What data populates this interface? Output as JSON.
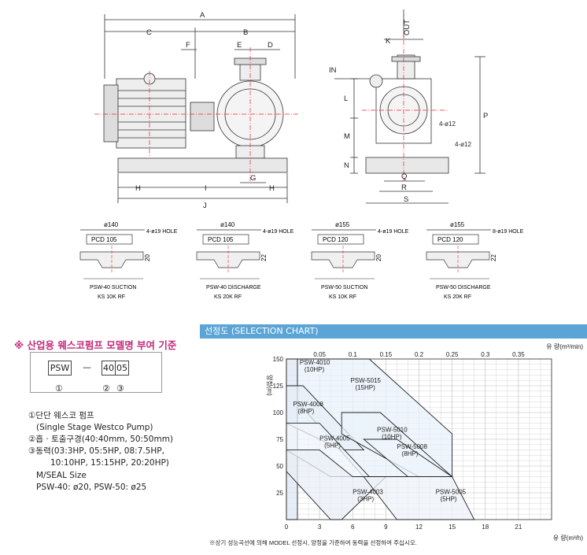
{
  "dimension_labels": {
    "A": "A",
    "B": "B",
    "C": "C",
    "D": "D",
    "F": "F",
    "E": "E",
    "G": "G",
    "H": "H",
    "I": "I",
    "J": "J",
    "K": "K",
    "L": "L",
    "M": "M",
    "N": "N",
    "P": "P",
    "Q": "Q",
    "R": "R",
    "S": "S",
    "out": "OUT",
    "in": "IN",
    "hole_side": "4-ø12",
    "hole_base": "4-ø12"
  },
  "flanges": [
    {
      "diameter": "ø140",
      "pcd": "PCD 105",
      "holes": "4-ø19 HOLE",
      "thickness": "20",
      "name": "PSW-40 SUCTION",
      "std": "KS 10K RF"
    },
    {
      "diameter": "ø140",
      "pcd": "PCD 105",
      "holes": "4-ø19 HOLE",
      "thickness": "22",
      "name": "PSW-40 DISCHARGE",
      "std": "KS 20K RF"
    },
    {
      "diameter": "ø155",
      "pcd": "PCD 120",
      "holes": "4-ø19 HOLE",
      "thickness": "20",
      "name": "PSW-50 SUCTION",
      "std": "KS 10K RF"
    },
    {
      "diameter": "ø155",
      "pcd": "PCD 120",
      "holes": "8-ø19 HOLE",
      "thickness": "22",
      "name": "PSW-50 DISCHARGE",
      "std": "KS 20K RF"
    }
  ],
  "model_naming": {
    "title": "※ 산업용 웨스코펌프 모델명 부여 기준",
    "code_prefix": "PSW",
    "dash": "—",
    "code_size": "40",
    "code_power": "05",
    "marker1": "①",
    "marker2": "②",
    "marker3": "③",
    "lines": [
      "①단단 웨스코 펌프",
      "(Single Stage Westco Pump)",
      "②흡 · 토출구경(40:40mm, 50:50mm)",
      "③동력(03:3HP, 05:5HP, 08:7.5HP,",
      "10:10HP, 15:15HP, 20:20HP)",
      "M/SEAL Size",
      "PSW-40: ø20, PSW-50: ø25"
    ]
  },
  "chart_data": {
    "type": "area",
    "title": "선정도 (SELECTION CHART)",
    "ylabel": "양정(m)",
    "xlabel_bottom": "유 량(m³/h)",
    "xlabel_top": "유 량(m³/min)",
    "ylim": [
      0,
      150
    ],
    "xlim": [
      0,
      24
    ],
    "y_ticks": [
      25,
      50,
      75,
      100,
      125,
      150
    ],
    "x_ticks_bottom": [
      0,
      3,
      6,
      9,
      12,
      15,
      18,
      21
    ],
    "x_ticks_top": [
      "0.05",
      "0.1",
      "0.15",
      "0.2",
      "0.25",
      "0.3",
      "0.35"
    ],
    "grid": true,
    "note": "※상기 성능곡선에 의해 MODEL 선정시, 양정을 기준하여 동력을 선정하여 주십시오.",
    "regions": [
      {
        "name": "PSW-4010",
        "sub": "(10HP)",
        "points": [
          [
            0,
            150
          ],
          [
            1,
            150
          ],
          [
            1,
            0
          ],
          [
            0,
            0
          ]
        ]
      },
      {
        "name": "PSW-5015",
        "sub": "(15HP)",
        "points": [
          [
            1,
            150
          ],
          [
            7.5,
            150
          ],
          [
            15,
            80
          ],
          [
            15,
            40
          ],
          [
            7,
            40
          ],
          [
            1,
            110
          ]
        ]
      },
      {
        "name": "PSW-4008",
        "sub": "(8HP)",
        "points": [
          [
            0,
            125
          ],
          [
            1.5,
            125
          ],
          [
            7,
            65
          ],
          [
            5,
            65
          ],
          [
            0,
            90
          ]
        ]
      },
      {
        "name": "PSW-5010",
        "sub": "(10HP)",
        "points": [
          [
            5,
            100
          ],
          [
            8.5,
            100
          ],
          [
            15,
            40
          ],
          [
            12,
            40
          ],
          [
            5,
            80
          ]
        ]
      },
      {
        "name": "PSW-4005",
        "sub": "(5HP)",
        "points": [
          [
            0,
            90
          ],
          [
            3,
            90
          ],
          [
            7.5,
            40
          ],
          [
            4,
            40
          ],
          [
            0,
            65
          ]
        ]
      },
      {
        "name": "PSW-5008",
        "sub": "(8HP)",
        "points": [
          [
            7,
            75
          ],
          [
            10,
            75
          ],
          [
            15,
            40
          ],
          [
            11,
            40
          ]
        ]
      },
      {
        "name": "PSW-4003",
        "sub": "(3HP)",
        "points": [
          [
            0,
            65
          ],
          [
            3,
            65
          ],
          [
            6,
            40
          ],
          [
            9,
            40
          ],
          [
            5,
            0
          ],
          [
            4,
            0
          ],
          [
            0,
            45
          ]
        ]
      },
      {
        "name": "PSW-5005",
        "sub": "(5HP)",
        "points": [
          [
            7,
            40
          ],
          [
            15,
            40
          ],
          [
            17,
            0
          ],
          [
            10,
            0
          ]
        ]
      }
    ]
  }
}
